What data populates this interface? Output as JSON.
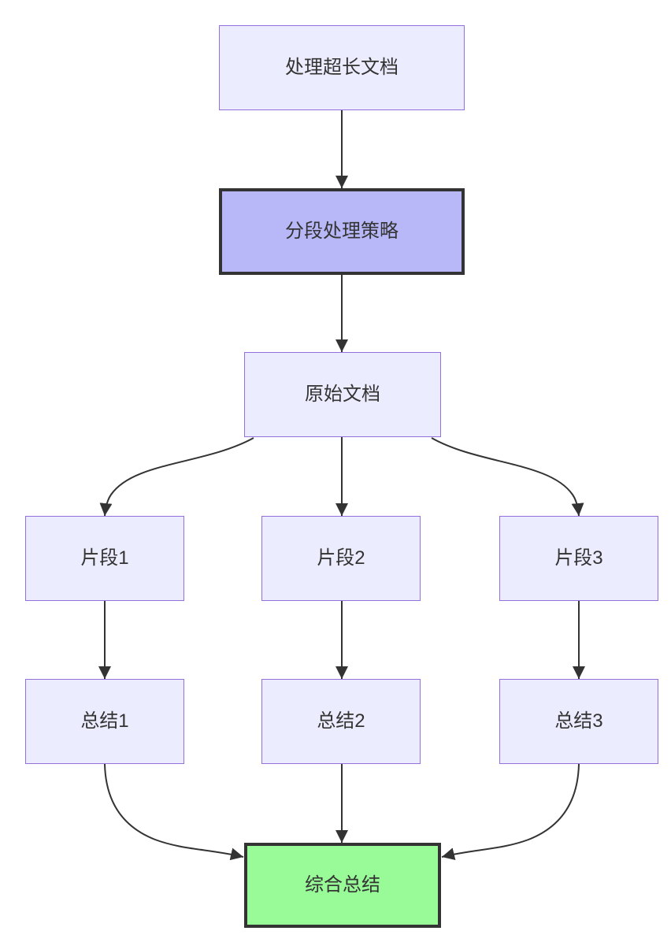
{
  "diagram": {
    "type": "flowchart",
    "direction": "top-down",
    "nodes": [
      {
        "id": "A",
        "label": "处理超长文档",
        "style": "default"
      },
      {
        "id": "B",
        "label": "分段处理策略",
        "style": "emphasis"
      },
      {
        "id": "C",
        "label": "原始文档",
        "style": "default"
      },
      {
        "id": "D",
        "label": "片段1",
        "style": "default"
      },
      {
        "id": "E",
        "label": "片段2",
        "style": "default"
      },
      {
        "id": "F",
        "label": "片段3",
        "style": "default"
      },
      {
        "id": "G",
        "label": "总结1",
        "style": "default"
      },
      {
        "id": "H",
        "label": "总结2",
        "style": "default"
      },
      {
        "id": "I",
        "label": "总结3",
        "style": "default"
      },
      {
        "id": "J",
        "label": "综合总结",
        "style": "success"
      }
    ],
    "edges": [
      {
        "from": "处理超长文档",
        "to": "分段处理策略"
      },
      {
        "from": "分段处理策略",
        "to": "原始文档"
      },
      {
        "from": "原始文档",
        "to": "片段1"
      },
      {
        "from": "原始文档",
        "to": "片段2"
      },
      {
        "from": "原始文档",
        "to": "片段3"
      },
      {
        "from": "片段1",
        "to": "总结1"
      },
      {
        "from": "片段2",
        "to": "总结2"
      },
      {
        "from": "片段3",
        "to": "总结3"
      },
      {
        "from": "总结1",
        "to": "综合总结"
      },
      {
        "from": "总结2",
        "to": "综合总结"
      },
      {
        "from": "总结3",
        "to": "综合总结"
      }
    ],
    "colors": {
      "background": "#ffffff",
      "default_fill": "#ECECFF",
      "default_border": "#9370DB",
      "emphasis_fill": "#B8B8F8",
      "emphasis_border": "#333333",
      "success_fill": "#98FB98",
      "success_border": "#333333",
      "edge": "#333333",
      "text": "#333333"
    }
  }
}
